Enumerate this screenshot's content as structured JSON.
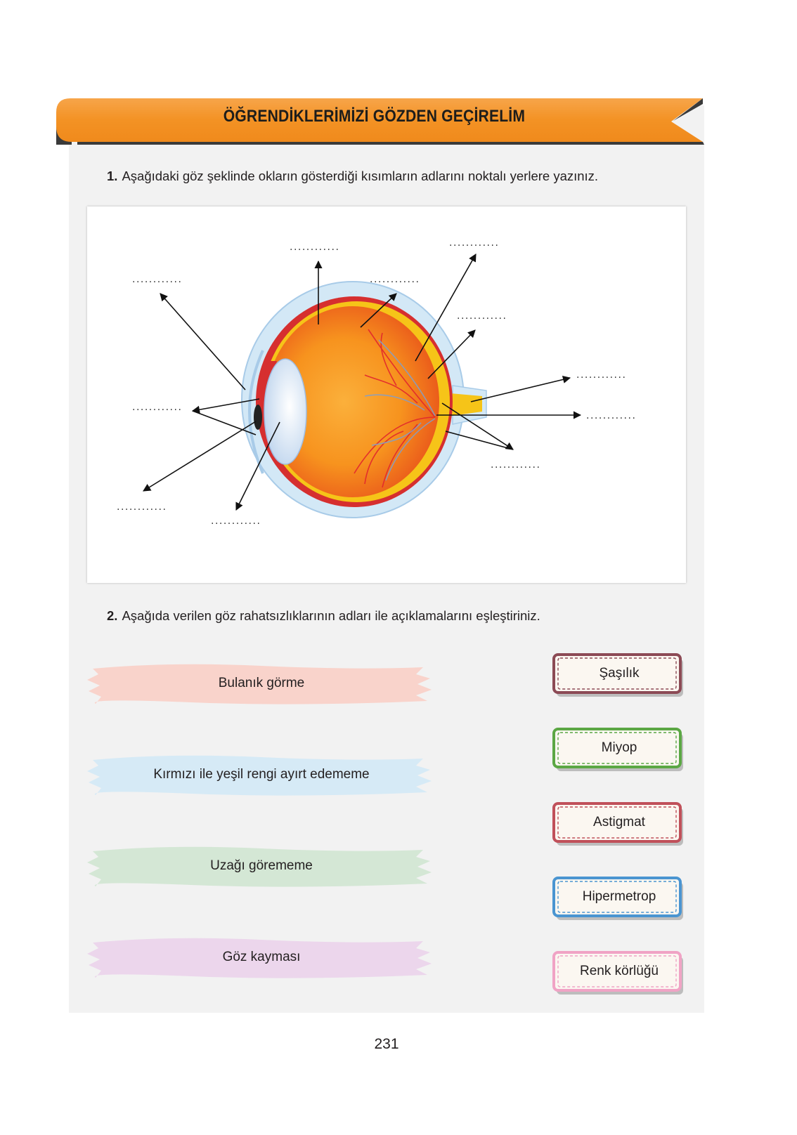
{
  "header": {
    "title": "ÖĞRENDİKLERİMİZİ GÖZDEN GEÇİRELİM"
  },
  "question1": {
    "number": "1.",
    "text": "Aşağıdaki göz şeklinde okların gösterdiği kısımların adlarını noktalı yerlere yazınız."
  },
  "diagram": {
    "blanks": [
      "............",
      "............",
      "............",
      "............",
      "............",
      "............",
      "............",
      "............",
      "............",
      "............",
      "............"
    ]
  },
  "question2": {
    "number": "2.",
    "text": "Aşağıda verilen göz rahatsızlıklarının adları ile açıklamalarını eşleştiriniz."
  },
  "descriptions": [
    {
      "text": "Bulanık görme",
      "color": "#f9d3cb"
    },
    {
      "text": "Kırmızı ile yeşil rengi ayırt edememe",
      "color": "#d6eaf6"
    },
    {
      "text": "Uzağı görememe",
      "color": "#d4e7d5"
    },
    {
      "text": "Göz kayması",
      "color": "#ecd6ec"
    }
  ],
  "disorders": [
    {
      "text": "Şaşılık",
      "color": "#8c4a55"
    },
    {
      "text": "Miyop",
      "color": "#5ba744"
    },
    {
      "text": "Astigmat",
      "color": "#c0505a"
    },
    {
      "text": "Hipermetrop",
      "color": "#4a95d1"
    },
    {
      "text": "Renk körlüğü",
      "color": "#f0a3c5"
    }
  ],
  "page_number": "231"
}
